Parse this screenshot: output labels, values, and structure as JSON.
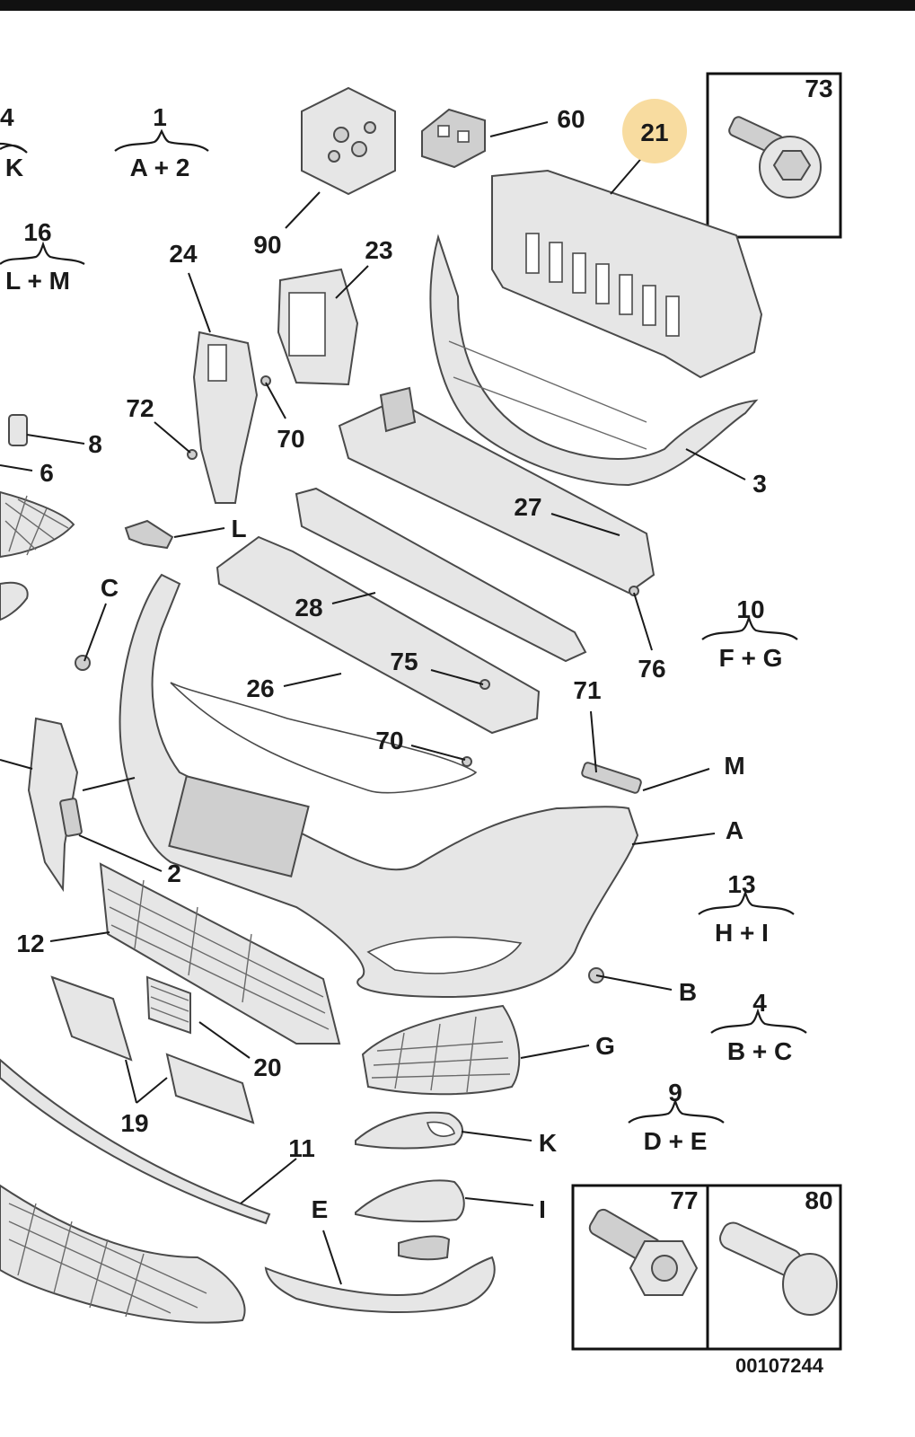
{
  "callouts": [
    {
      "id": "c1",
      "text": "4"
    },
    {
      "id": "c2",
      "text": "1"
    },
    {
      "id": "c3",
      "text": "16"
    },
    {
      "id": "c4",
      "text": "90"
    },
    {
      "id": "c5",
      "text": "60"
    },
    {
      "id": "c6",
      "text": "21"
    },
    {
      "id": "c7",
      "text": "73"
    },
    {
      "id": "c8",
      "text": "24"
    },
    {
      "id": "c9",
      "text": "23"
    },
    {
      "id": "c10",
      "text": "72"
    },
    {
      "id": "c11",
      "text": "8"
    },
    {
      "id": "c12",
      "text": "6"
    },
    {
      "id": "c13",
      "text": "70"
    },
    {
      "id": "c14",
      "text": "3"
    },
    {
      "id": "c15",
      "text": "27"
    },
    {
      "id": "c16",
      "text": "L"
    },
    {
      "id": "c17",
      "text": "C"
    },
    {
      "id": "c18",
      "text": "28"
    },
    {
      "id": "c19",
      "text": "10"
    },
    {
      "id": "c20",
      "text": "76"
    },
    {
      "id": "c21",
      "text": "75"
    },
    {
      "id": "c22",
      "text": "26"
    },
    {
      "id": "c23",
      "text": "71"
    },
    {
      "id": "c24",
      "text": "70"
    },
    {
      "id": "c25",
      "text": "M"
    },
    {
      "id": "c26",
      "text": "A"
    },
    {
      "id": "c27",
      "text": "2"
    },
    {
      "id": "c28",
      "text": "13"
    },
    {
      "id": "c29",
      "text": "12"
    },
    {
      "id": "c30",
      "text": "B"
    },
    {
      "id": "c31",
      "text": "4"
    },
    {
      "id": "c32",
      "text": "20"
    },
    {
      "id": "c33",
      "text": "G"
    },
    {
      "id": "c34",
      "text": "9"
    },
    {
      "id": "c35",
      "text": "19"
    },
    {
      "id": "c36",
      "text": "11"
    },
    {
      "id": "c37",
      "text": "K"
    },
    {
      "id": "c38",
      "text": "I"
    },
    {
      "id": "c39",
      "text": "E"
    },
    {
      "id": "c40",
      "text": "77"
    },
    {
      "id": "c41",
      "text": "80"
    }
  ],
  "kits": [
    {
      "id": "k1",
      "bottom": "K"
    },
    {
      "id": "k2",
      "bottom": "A + 2"
    },
    {
      "id": "k3",
      "bottom": "L + M"
    },
    {
      "id": "k4",
      "bottom": "F + G"
    },
    {
      "id": "k5",
      "bottom": "H + I"
    },
    {
      "id": "k6",
      "bottom": "B + C"
    },
    {
      "id": "k7",
      "bottom": "D + E"
    }
  ],
  "diagram_number": "00107244",
  "colors": {
    "highlight": "#f8dca0",
    "ink": "#1a1a1a",
    "part_fill": "#e6e6e6"
  }
}
